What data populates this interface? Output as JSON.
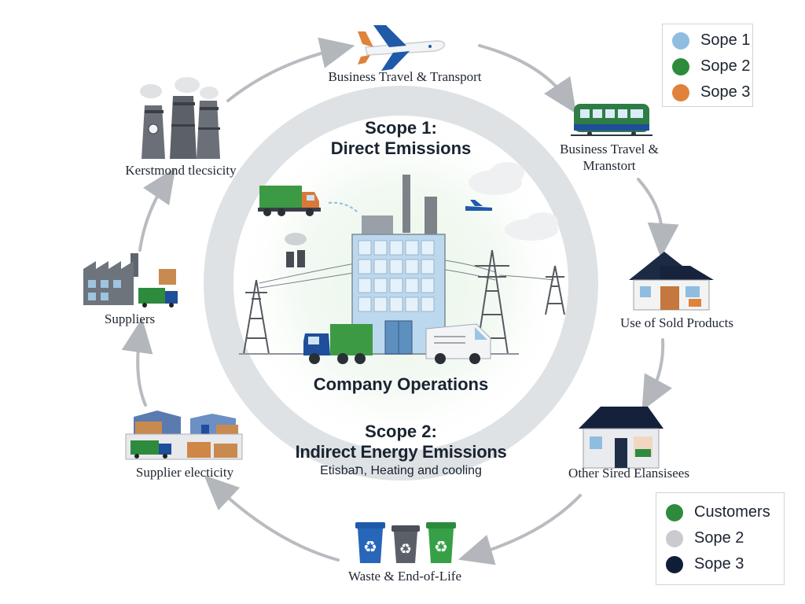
{
  "center": {
    "scope1_title": "Scope 1:",
    "scope1_subtitle": "Direct Emissions",
    "operations": "Company Operations",
    "scope2_title": "Scope 2:",
    "scope2_subtitle": "Indirect Energy Emissions",
    "scope2_detail": "Etisbaת, Heating and cooling"
  },
  "nodes": {
    "top": "Business Travel & Transport",
    "top_right_line1": "Business Travel &",
    "top_right_line2": "Mranstort",
    "right": "Use of Sold Products",
    "bottom_right": "Other Sired Elansisees",
    "bottom": "Waste & End-of-Life",
    "bottom_left": "Supplier electicity",
    "left": "Suppliers",
    "top_left": "Kerstmond tlecsicity"
  },
  "legend_top": [
    {
      "label": "Sope 1",
      "color": "#8fbde0"
    },
    {
      "label": "Sope 2",
      "color": "#2e8b3e"
    },
    {
      "label": "Sope 3",
      "color": "#e0823a"
    }
  ],
  "legend_bottom": [
    {
      "label": "Customers",
      "color": "#2e8b3e"
    },
    {
      "label": "Sope 2",
      "color": "#c9cbce"
    },
    {
      "label": "Sope 3",
      "color": "#0f1e36"
    }
  ],
  "colors": {
    "ring": "#dcdfe2",
    "arrow": "#b7bbbf",
    "green": "#2e8b3e",
    "blue": "#1f4e9a",
    "orange": "#d8793a"
  }
}
